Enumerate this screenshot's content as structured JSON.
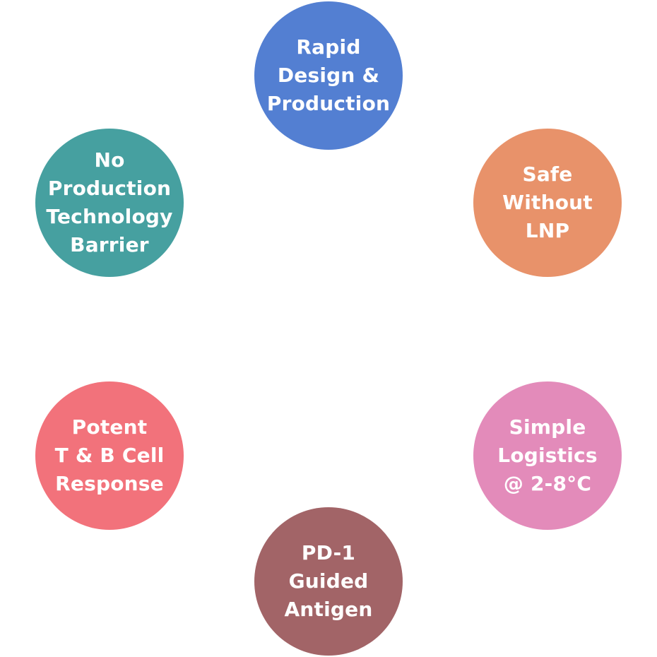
{
  "nodes": [
    {
      "label": "Rapid\nDesign &\nProduction",
      "color": "#537FD2"
    },
    {
      "label": "Safe\nWithout\nLNP",
      "color": "#E8926A"
    },
    {
      "label": "Simple\nLogistics\n@ 2-8°C",
      "color": "#E38BBA"
    },
    {
      "label": "PD-1\nGuided\nAntigen",
      "color": "#A26467"
    },
    {
      "label": "Potent\nT & B Cell\nResponse",
      "color": "#F2727B"
    },
    {
      "label": "No\nProduction\nTechnology\nBarrier",
      "color": "#46A0A0"
    }
  ]
}
